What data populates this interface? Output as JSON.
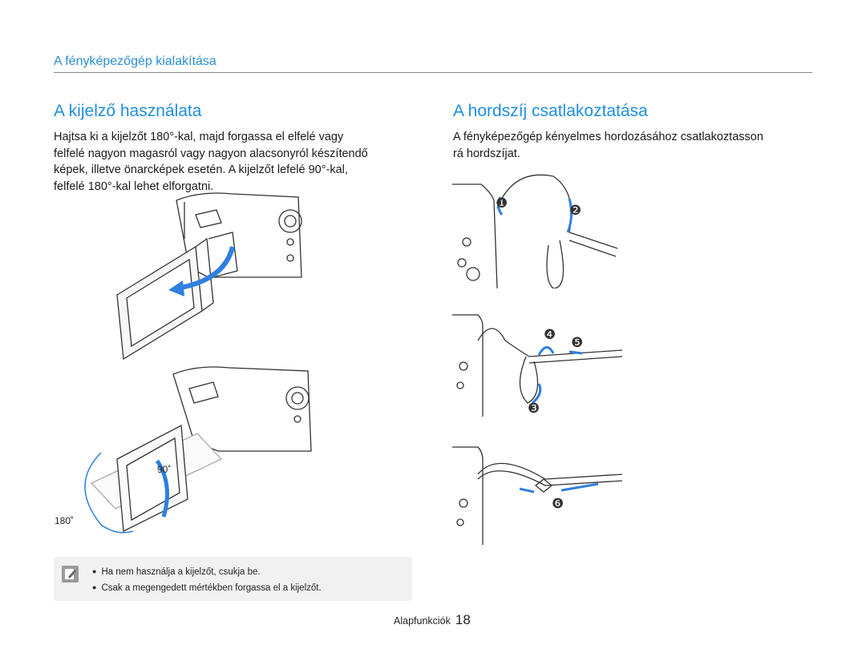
{
  "header": {
    "section_title": "A fényképezőgép kialakítása"
  },
  "left": {
    "title": "A kijelző használata",
    "body": [
      "Hajtsa ki a kijelzőt 180°-kal, majd forgassa el elfelé vagy",
      "felfelé nagyon magasról vagy nagyon alacsonyról készítendő",
      "képek, illetve önarcképek esetén. A kijelzőt lefelé 90°-kal,",
      "felfelé 180°-kal lehet elforgatni."
    ],
    "figure_labels": {
      "deg90": "90˚",
      "deg180": "180˚"
    }
  },
  "right": {
    "title": "A hordszíj csatlakoztatása",
    "body": [
      "A fényképezőgép kényelmes hordozásához csatlakoztasson",
      "rá hordszíjat."
    ],
    "step_labels": [
      "❶",
      "❷",
      "❸",
      "❹",
      "❺",
      "❻"
    ]
  },
  "note": {
    "icon": "memo-pencil-icon",
    "items": [
      "Ha nem használja a kijelzőt, csukja be.",
      "Csak a megengedett mértékben forgassa el a kijelzőt."
    ]
  },
  "footer": {
    "label": "Alapfunkciók",
    "page": "18"
  },
  "colors": {
    "accent": "#1f8fe0",
    "arrow": "#2f7fe0"
  }
}
